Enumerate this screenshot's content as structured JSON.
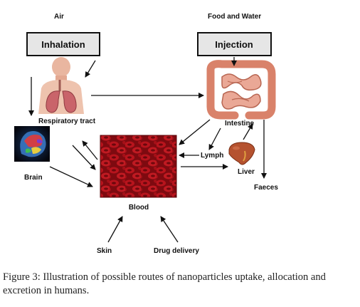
{
  "labels": {
    "air": "Air",
    "food_water": "Food and Water",
    "inhalation": "Inhalation",
    "injection": "Injection",
    "respiratory_tract": "Respiratory tract",
    "intestine": "Intestine",
    "brain": "Brain",
    "lymph": "Lymph",
    "liver": "Liver",
    "faeces": "Faeces",
    "blood": "Blood",
    "skin": "Skin",
    "drug_delivery": "Drug delivery"
  },
  "caption": {
    "figure_label": "Figure 3:",
    "text": "Illustration of possible routes of nanoparticles uptake, allocation and excretion in humans."
  },
  "icons": [
    "lungs-icon",
    "brain-scan-icon",
    "intestine-icon",
    "liver-icon",
    "blood-cells-icon"
  ],
  "colors": {
    "box_fill": "#e6e6e6",
    "blood": "#a3121a",
    "intestine": "#e8a38f",
    "liver": "#b5522f",
    "lungs": "#c9646a"
  }
}
